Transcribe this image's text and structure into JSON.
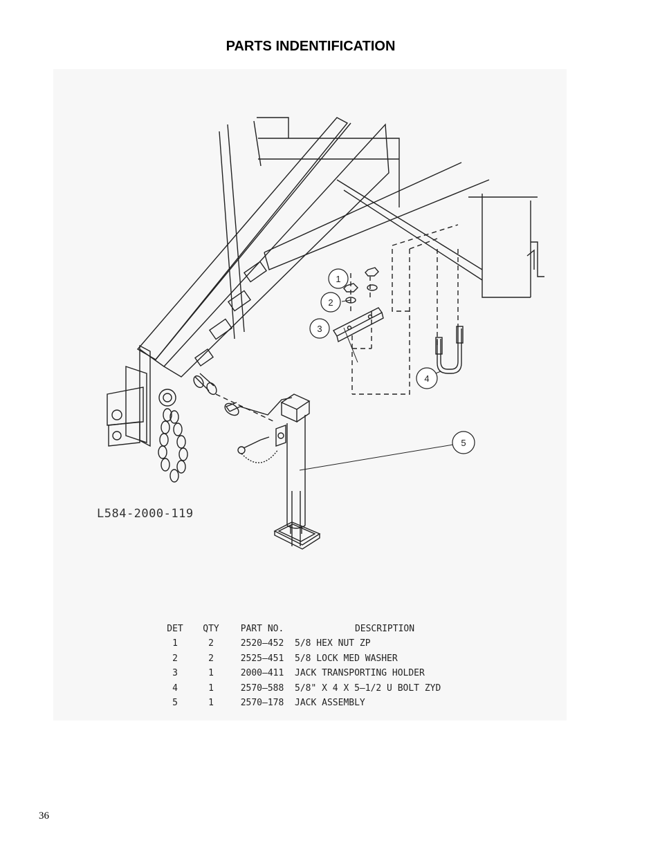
{
  "page": {
    "title": "PARTS INDENTIFICATION",
    "page_number": "36"
  },
  "figure": {
    "drawing_code": "L584-2000-119",
    "callouts": [
      "1",
      "2",
      "3",
      "4",
      "5"
    ]
  },
  "parts_table": {
    "headers": {
      "det": "DET",
      "qty": "QTY",
      "part_no": "PART NO.",
      "description": "DESCRIPTION"
    },
    "rows": [
      {
        "det": "1",
        "qty": "2",
        "part_no": "2520–452",
        "description": "5/8 HEX NUT ZP"
      },
      {
        "det": "2",
        "qty": "2",
        "part_no": "2525–451",
        "description": "5/8 LOCK MED WASHER"
      },
      {
        "det": "3",
        "qty": "1",
        "part_no": "2000–411",
        "description": "JACK TRANSPORTING HOLDER"
      },
      {
        "det": "4",
        "qty": "1",
        "part_no": "2570–588",
        "description": "5/8\" X 4 X 5–1/2 U BOLT ZYD"
      },
      {
        "det": "5",
        "qty": "1",
        "part_no": "2570–178",
        "description": "JACK ASSEMBLY"
      }
    ]
  }
}
